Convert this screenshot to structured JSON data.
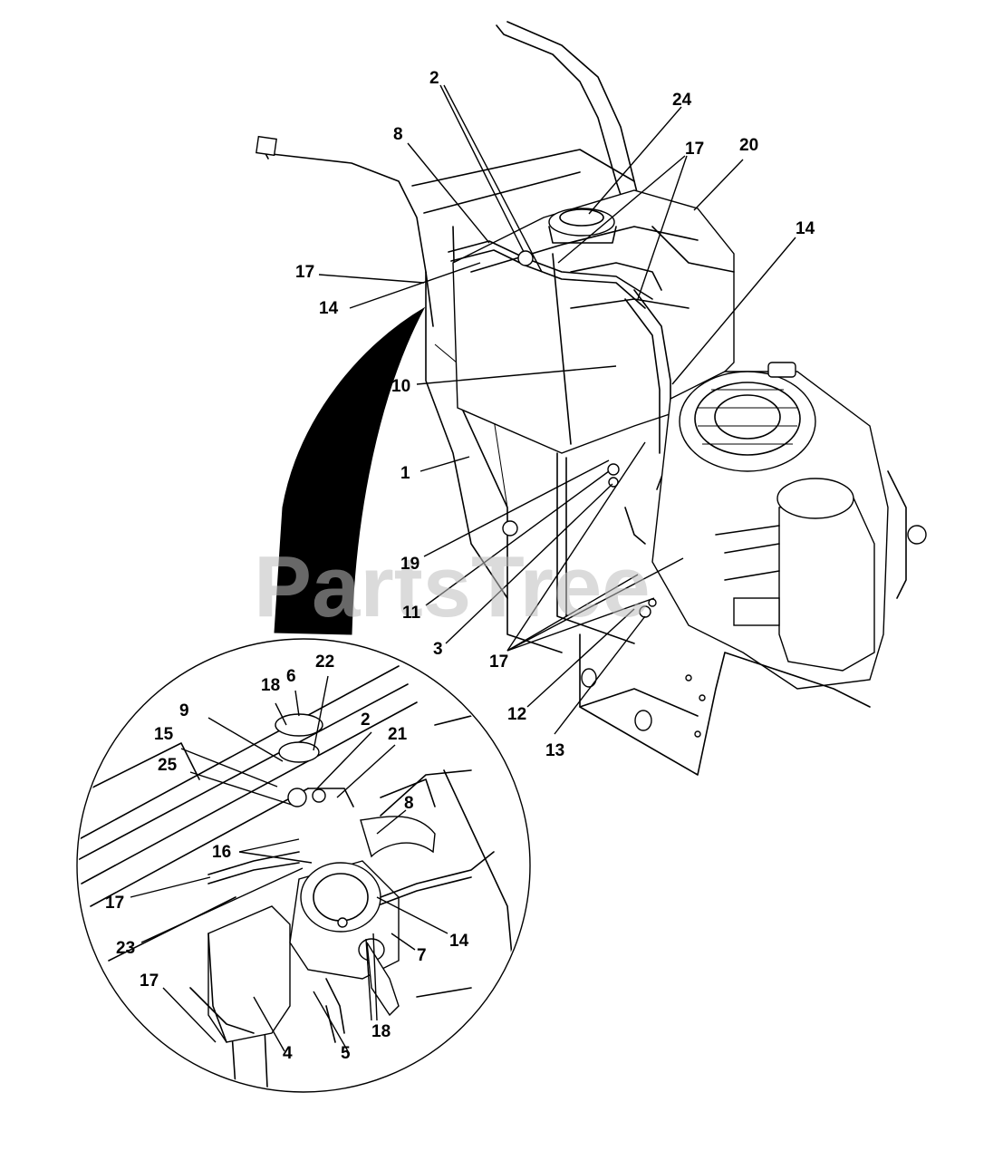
{
  "watermark": "PartsTree",
  "callouts": [
    {
      "id": "c2-top",
      "label": "2"
    },
    {
      "id": "c24",
      "label": "24"
    },
    {
      "id": "c8-top",
      "label": "8"
    },
    {
      "id": "c17-top",
      "label": "17"
    },
    {
      "id": "c20",
      "label": "20"
    },
    {
      "id": "c14-right",
      "label": "14"
    },
    {
      "id": "c17-left",
      "label": "17"
    },
    {
      "id": "c14-left",
      "label": "14"
    },
    {
      "id": "c10",
      "label": "10"
    },
    {
      "id": "c1",
      "label": "1"
    },
    {
      "id": "c19",
      "label": "19"
    },
    {
      "id": "c11",
      "label": "11"
    },
    {
      "id": "c3",
      "label": "3"
    },
    {
      "id": "c17-mid",
      "label": "17"
    },
    {
      "id": "c12",
      "label": "12"
    },
    {
      "id": "c13",
      "label": "13"
    },
    {
      "id": "c18-inset-top",
      "label": "18"
    },
    {
      "id": "c6",
      "label": "6"
    },
    {
      "id": "c22",
      "label": "22"
    },
    {
      "id": "c9",
      "label": "9"
    },
    {
      "id": "c2-inset",
      "label": "2"
    },
    {
      "id": "c15",
      "label": "15"
    },
    {
      "id": "c21",
      "label": "21"
    },
    {
      "id": "c25",
      "label": "25"
    },
    {
      "id": "c8-inset",
      "label": "8"
    },
    {
      "id": "c16",
      "label": "16"
    },
    {
      "id": "c17-inset-mid",
      "label": "17"
    },
    {
      "id": "c23",
      "label": "23"
    },
    {
      "id": "c14-inset",
      "label": "14"
    },
    {
      "id": "c7",
      "label": "7"
    },
    {
      "id": "c17-inset-bottom",
      "label": "17"
    },
    {
      "id": "c18-inset-bottom",
      "label": "18"
    },
    {
      "id": "c4",
      "label": "4"
    },
    {
      "id": "c5",
      "label": "5"
    }
  ]
}
